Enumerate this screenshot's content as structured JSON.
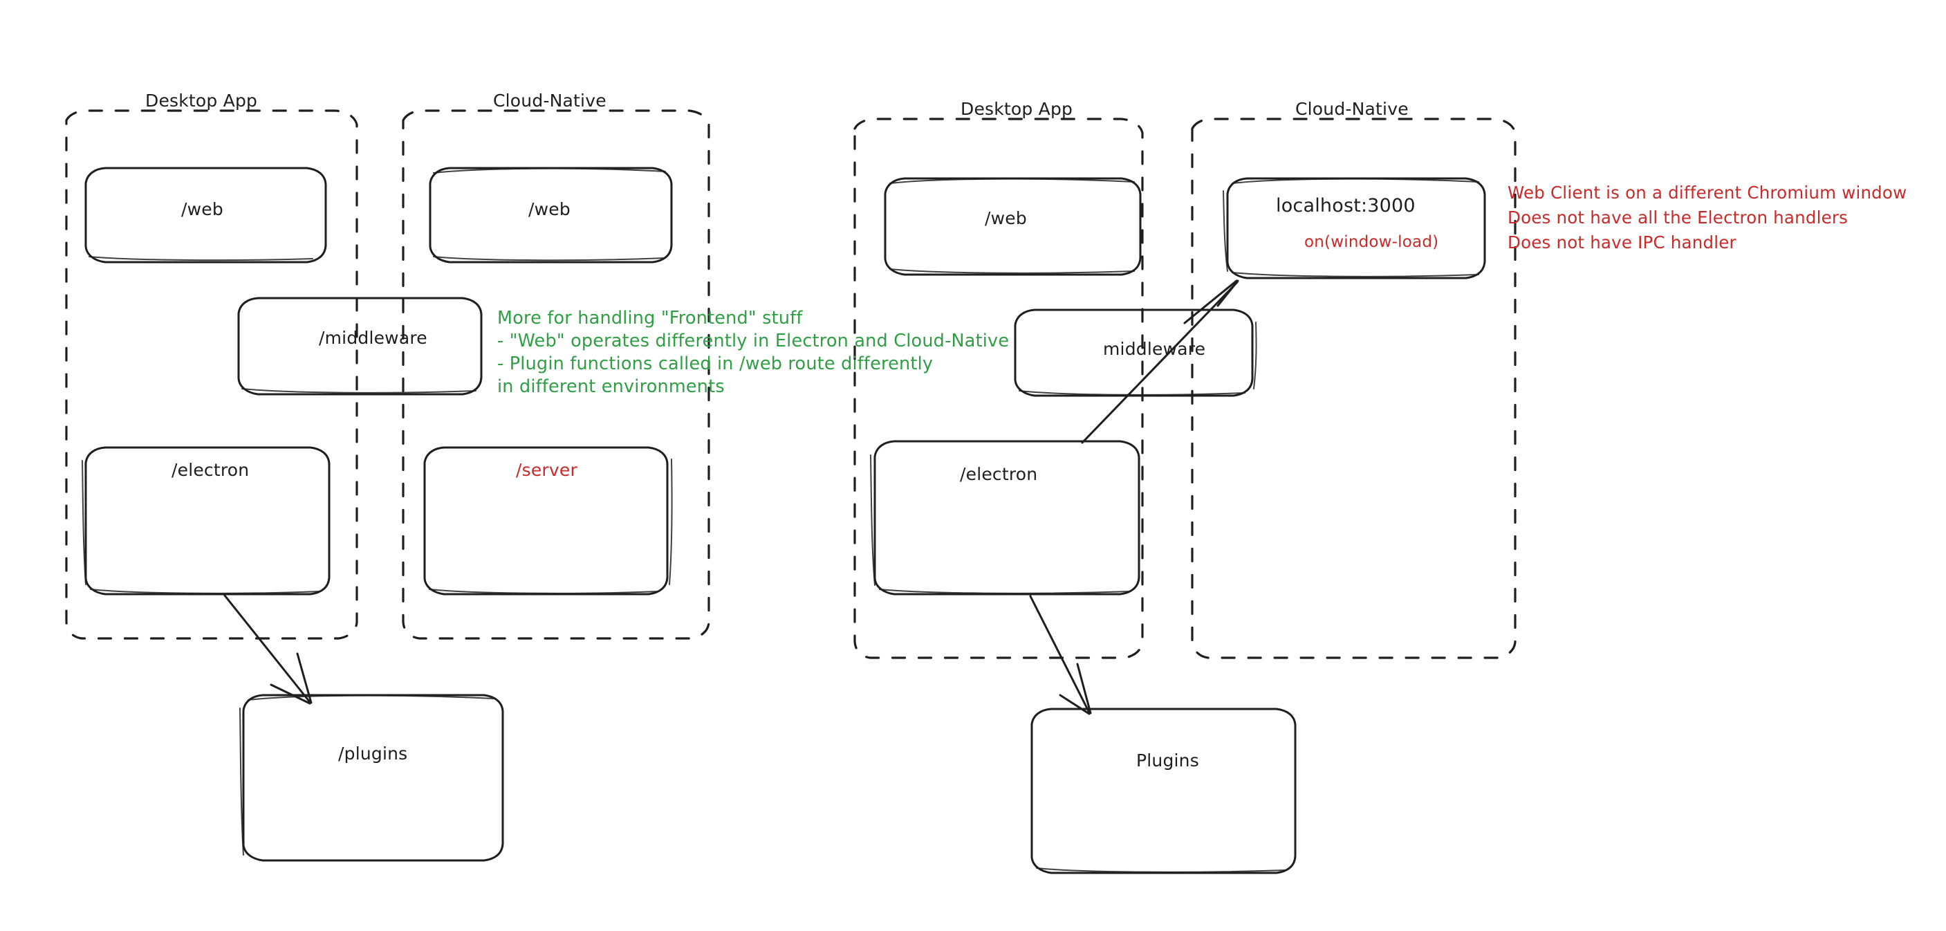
{
  "diagram": {
    "type": "architecture-sketch",
    "style": "hand-drawn",
    "background": "#ffffff",
    "colors": {
      "stroke": "#1e1e1e",
      "text": "#1e1e1e",
      "green_note": "#2f9e44",
      "red_note": "#c92a2a"
    }
  },
  "left_diagram": {
    "groups": [
      {
        "title": "Desktop App"
      },
      {
        "title": "Cloud-Native"
      }
    ],
    "boxes": [
      {
        "label": "/web",
        "color": "#1e1e1e"
      },
      {
        "label": "/web",
        "color": "#1e1e1e"
      },
      {
        "label": "/middleware",
        "color": "#1e1e1e"
      },
      {
        "label": "/electron",
        "color": "#1e1e1e"
      },
      {
        "label": "/server",
        "color": "#c92a2a"
      },
      {
        "label": "/plugins",
        "color": "#1e1e1e"
      }
    ],
    "green_note": {
      "lines": [
        "More for handling \"Frontend\" stuff",
        "- \"Web\" operates differently in Electron and Cloud-Native",
        "- Plugin functions called in /web route differently",
        "in different environments"
      ]
    }
  },
  "right_diagram": {
    "groups": [
      {
        "title": "Desktop App"
      },
      {
        "title": "Cloud-Native"
      }
    ],
    "boxes": [
      {
        "label": "/web",
        "color": "#1e1e1e"
      },
      {
        "label": "localhost:3000",
        "color": "#1e1e1e",
        "sublabel": "on(window-load)",
        "sublabel_color": "#c92a2a"
      },
      {
        "label": "middleware",
        "color": "#1e1e1e"
      },
      {
        "label": "/electron",
        "color": "#1e1e1e"
      },
      {
        "label": "Plugins",
        "color": "#1e1e1e"
      }
    ],
    "red_note": {
      "lines": [
        "Web Client is on a different Chromium window",
        "Does not have all the Electron handlers",
        "Does not have IPC handler"
      ]
    }
  }
}
